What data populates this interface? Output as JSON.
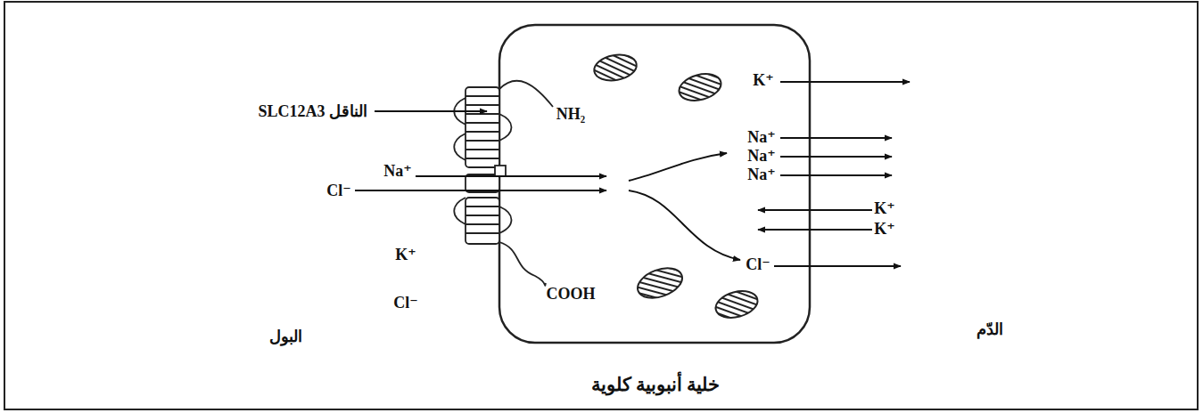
{
  "diagram": {
    "caption": "خلية أنبوبية كلوية",
    "labels": [
      "الناقل SLC12A3",
      "NH₂",
      "Na⁺",
      "Cl⁻",
      "K⁺",
      "Cl⁻",
      "COOH",
      "البول",
      "K⁺",
      "Na⁺",
      "Na⁺",
      "Na⁺",
      "K⁺",
      "K⁺",
      "Cl⁻",
      "الدّم"
    ]
  }
}
